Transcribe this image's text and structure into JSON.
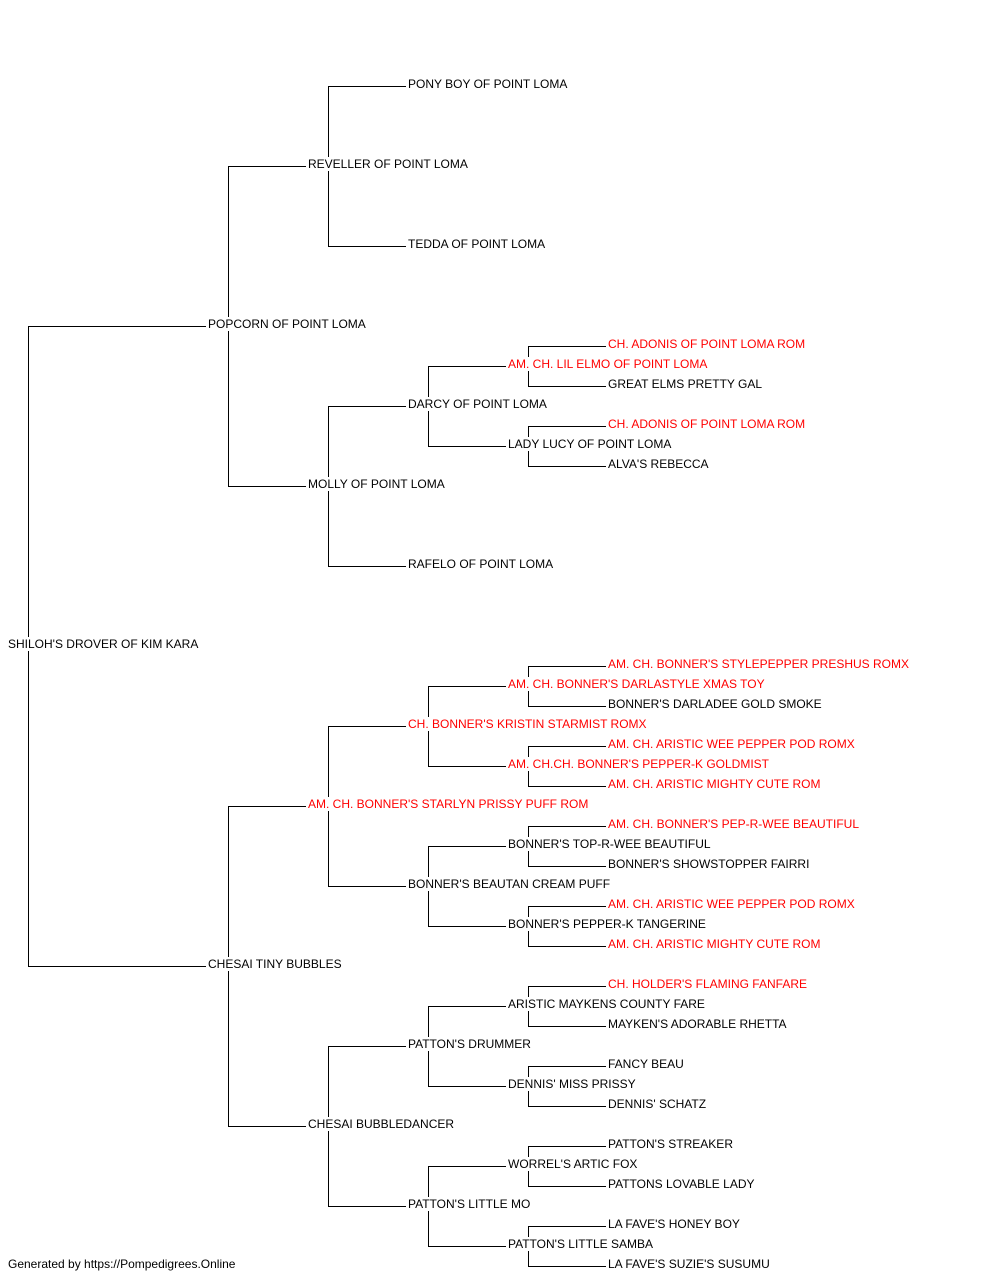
{
  "footer": "Generated by https://Pompedigrees.Online",
  "colors": {
    "champion": "#ff0000",
    "normal": "#000000",
    "line": "#000000"
  },
  "pedigree": {
    "name": "SHILOH'S DROVER OF KIM KARA",
    "champion": false,
    "sire": {
      "name": "POPCORN OF POINT LOMA",
      "champion": false,
      "sire": {
        "name": "REVELLER OF POINT LOMA",
        "champion": false,
        "sire": {
          "name": "PONY BOY OF POINT LOMA",
          "champion": false
        },
        "dam": {
          "name": "TEDDA OF POINT LOMA",
          "champion": false
        }
      },
      "dam": {
        "name": "MOLLY OF POINT LOMA",
        "champion": false,
        "sire": {
          "name": "DARCY OF POINT LOMA",
          "champion": false,
          "sire": {
            "name": "AM. CH. LIL ELMO OF POINT LOMA",
            "champion": true,
            "sire": {
              "name": "CH. ADONIS OF POINT LOMA ROM",
              "champion": true
            },
            "dam": {
              "name": "GREAT ELMS PRETTY GAL",
              "champion": false
            }
          },
          "dam": {
            "name": "LADY LUCY OF POINT LOMA",
            "champion": false,
            "sire": {
              "name": "CH. ADONIS OF POINT LOMA ROM",
              "champion": true
            },
            "dam": {
              "name": "ALVA'S REBECCA",
              "champion": false
            }
          }
        },
        "dam": {
          "name": "RAFELO OF POINT LOMA",
          "champion": false
        }
      }
    },
    "dam": {
      "name": "CHESAI TINY BUBBLES",
      "champion": false,
      "sire": {
        "name": "AM. CH. BONNER'S STARLYN PRISSY PUFF ROM",
        "champion": true,
        "sire": {
          "name": "CH. BONNER'S KRISTIN STARMIST ROMX",
          "champion": true,
          "sire": {
            "name": "AM. CH. BONNER'S DARLASTYLE XMAS TOY",
            "champion": true,
            "sire": {
              "name": "AM. CH. BONNER'S STYLEPEPPER PRESHUS ROMX",
              "champion": true
            },
            "dam": {
              "name": "BONNER'S DARLADEE GOLD SMOKE",
              "champion": false
            }
          },
          "dam": {
            "name": "AM. CH.CH. BONNER'S PEPPER-K GOLDMIST",
            "champion": true,
            "sire": {
              "name": "AM. CH. ARISTIC WEE PEPPER POD ROMX",
              "champion": true
            },
            "dam": {
              "name": "AM. CH. ARISTIC MIGHTY CUTE ROM",
              "champion": true
            }
          }
        },
        "dam": {
          "name": "BONNER'S BEAUTAN CREAM PUFF",
          "champion": false,
          "sire": {
            "name": "BONNER'S TOP-R-WEE BEAUTIFUL",
            "champion": false,
            "sire": {
              "name": "AM. CH. BONNER'S PEP-R-WEE BEAUTIFUL",
              "champion": true
            },
            "dam": {
              "name": "BONNER'S SHOWSTOPPER FAIRRI",
              "champion": false
            }
          },
          "dam": {
            "name": "BONNER'S PEPPER-K TANGERINE",
            "champion": false,
            "sire": {
              "name": "AM. CH. ARISTIC WEE PEPPER POD ROMX",
              "champion": true
            },
            "dam": {
              "name": "AM. CH. ARISTIC MIGHTY CUTE ROM",
              "champion": true
            }
          }
        }
      },
      "dam": {
        "name": "CHESAI BUBBLEDANCER",
        "champion": false,
        "sire": {
          "name": "PATTON'S DRUMMER",
          "champion": false,
          "sire": {
            "name": "ARISTIC MAYKENS COUNTY FARE",
            "champion": false,
            "sire": {
              "name": "CH. HOLDER'S FLAMING FANFARE",
              "champion": true
            },
            "dam": {
              "name": "MAYKEN'S ADORABLE RHETTA",
              "champion": false
            }
          },
          "dam": {
            "name": "DENNIS' MISS PRISSY",
            "champion": false,
            "sire": {
              "name": "FANCY BEAU",
              "champion": false
            },
            "dam": {
              "name": "DENNIS' SCHATZ",
              "champion": false
            }
          }
        },
        "dam": {
          "name": "PATTON'S LITTLE MO",
          "champion": false,
          "sire": {
            "name": "WORREL'S ARTIC FOX",
            "champion": false,
            "sire": {
              "name": "PATTON'S STREAKER",
              "champion": false
            },
            "dam": {
              "name": "PATTONS LOVABLE LADY",
              "champion": false
            }
          },
          "dam": {
            "name": "PATTON'S LITTLE SAMBA",
            "champion": false,
            "sire": {
              "name": "LA FAVE'S HONEY BOY",
              "champion": false
            },
            "dam": {
              "name": "LA FAVE'S SUZIE'S SUSUMU",
              "champion": false
            }
          }
        }
      }
    }
  }
}
